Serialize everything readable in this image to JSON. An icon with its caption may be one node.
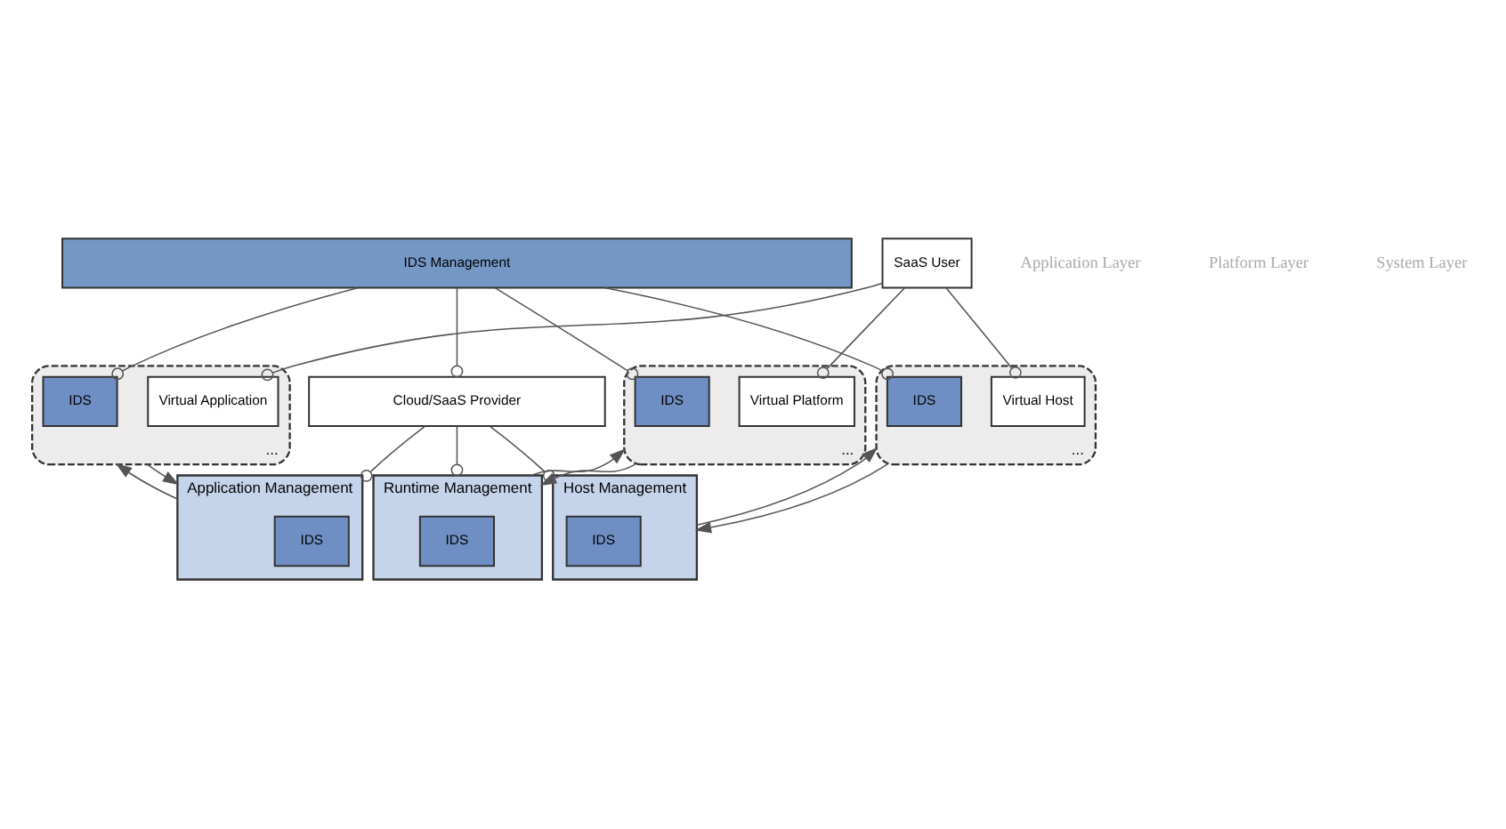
{
  "diagram": {
    "nodes": [
      {
        "text": [
          "IDS Management"
        ]
      },
      {
        "text": [
          "Cloud/SaaS Provider"
        ]
      },
      {
        "text": [
          "SaaS User"
        ]
      },
      {
        "text": [
          "..."
        ]
      },
      {
        "text": [
          "Virtual Application"
        ],
        "in": 3
      },
      {
        "text": [
          "IDS"
        ],
        "in": 3
      },
      {
        "text": [
          "Application Management"
        ]
      },
      {
        "text": [
          "IDS"
        ],
        "in": 6
      },
      {
        "text": [
          "..."
        ]
      },
      {
        "text": [
          "Virtual Platform"
        ],
        "in": 8
      },
      {
        "text": [
          "IDS"
        ],
        "in": 8
      },
      {
        "text": [
          "Runtime Management"
        ]
      },
      {
        "text": [
          "IDS"
        ],
        "in": 11
      },
      {
        "text": [
          "..."
        ]
      },
      {
        "text": [
          "Virtual Host"
        ],
        "in": 13
      },
      {
        "text": [
          "IDS"
        ],
        "in": 13
      },
      {
        "text": [
          "Host Management"
        ]
      },
      {
        "text": [
          "IDS"
        ],
        "in": 16
      }
    ],
    "edges": [
      {
        "from": 0,
        "to": 5,
        "arrow": "other"
      },
      {
        "from": 0,
        "to": 10,
        "arrow": "other"
      },
      {
        "from": 0,
        "to": 15,
        "arrow": "other"
      },
      {
        "from": 0,
        "to": 1,
        "arrow": "other"
      },
      {
        "from": 1,
        "to": 6,
        "arrow": "other"
      },
      {
        "from": 1,
        "to": 11,
        "arrow": "other"
      },
      {
        "from": 1,
        "to": 16,
        "arrow": "other"
      },
      {
        "from": 2,
        "to": 4,
        "arrow": "other"
      },
      {
        "from": 2,
        "to": 9,
        "arrow": "other"
      },
      {
        "from": 2,
        "to": 14,
        "arrow": "other"
      },
      {
        "from": 3,
        "to": 6,
        "arrow": "to"
      },
      {
        "from": 6,
        "to": 3,
        "arrow": "to"
      },
      {
        "from": 8,
        "to": 11,
        "arrow": "to"
      },
      {
        "from": 11,
        "to": 8,
        "arrow": "to"
      },
      {
        "from": 13,
        "to": 16,
        "arrow": "to"
      },
      {
        "from": 16,
        "to": 13,
        "arrow": "to"
      }
    ],
    "labels": [
      "Application Layer",
      "Platform Layer",
      "System Layer"
    ]
  }
}
